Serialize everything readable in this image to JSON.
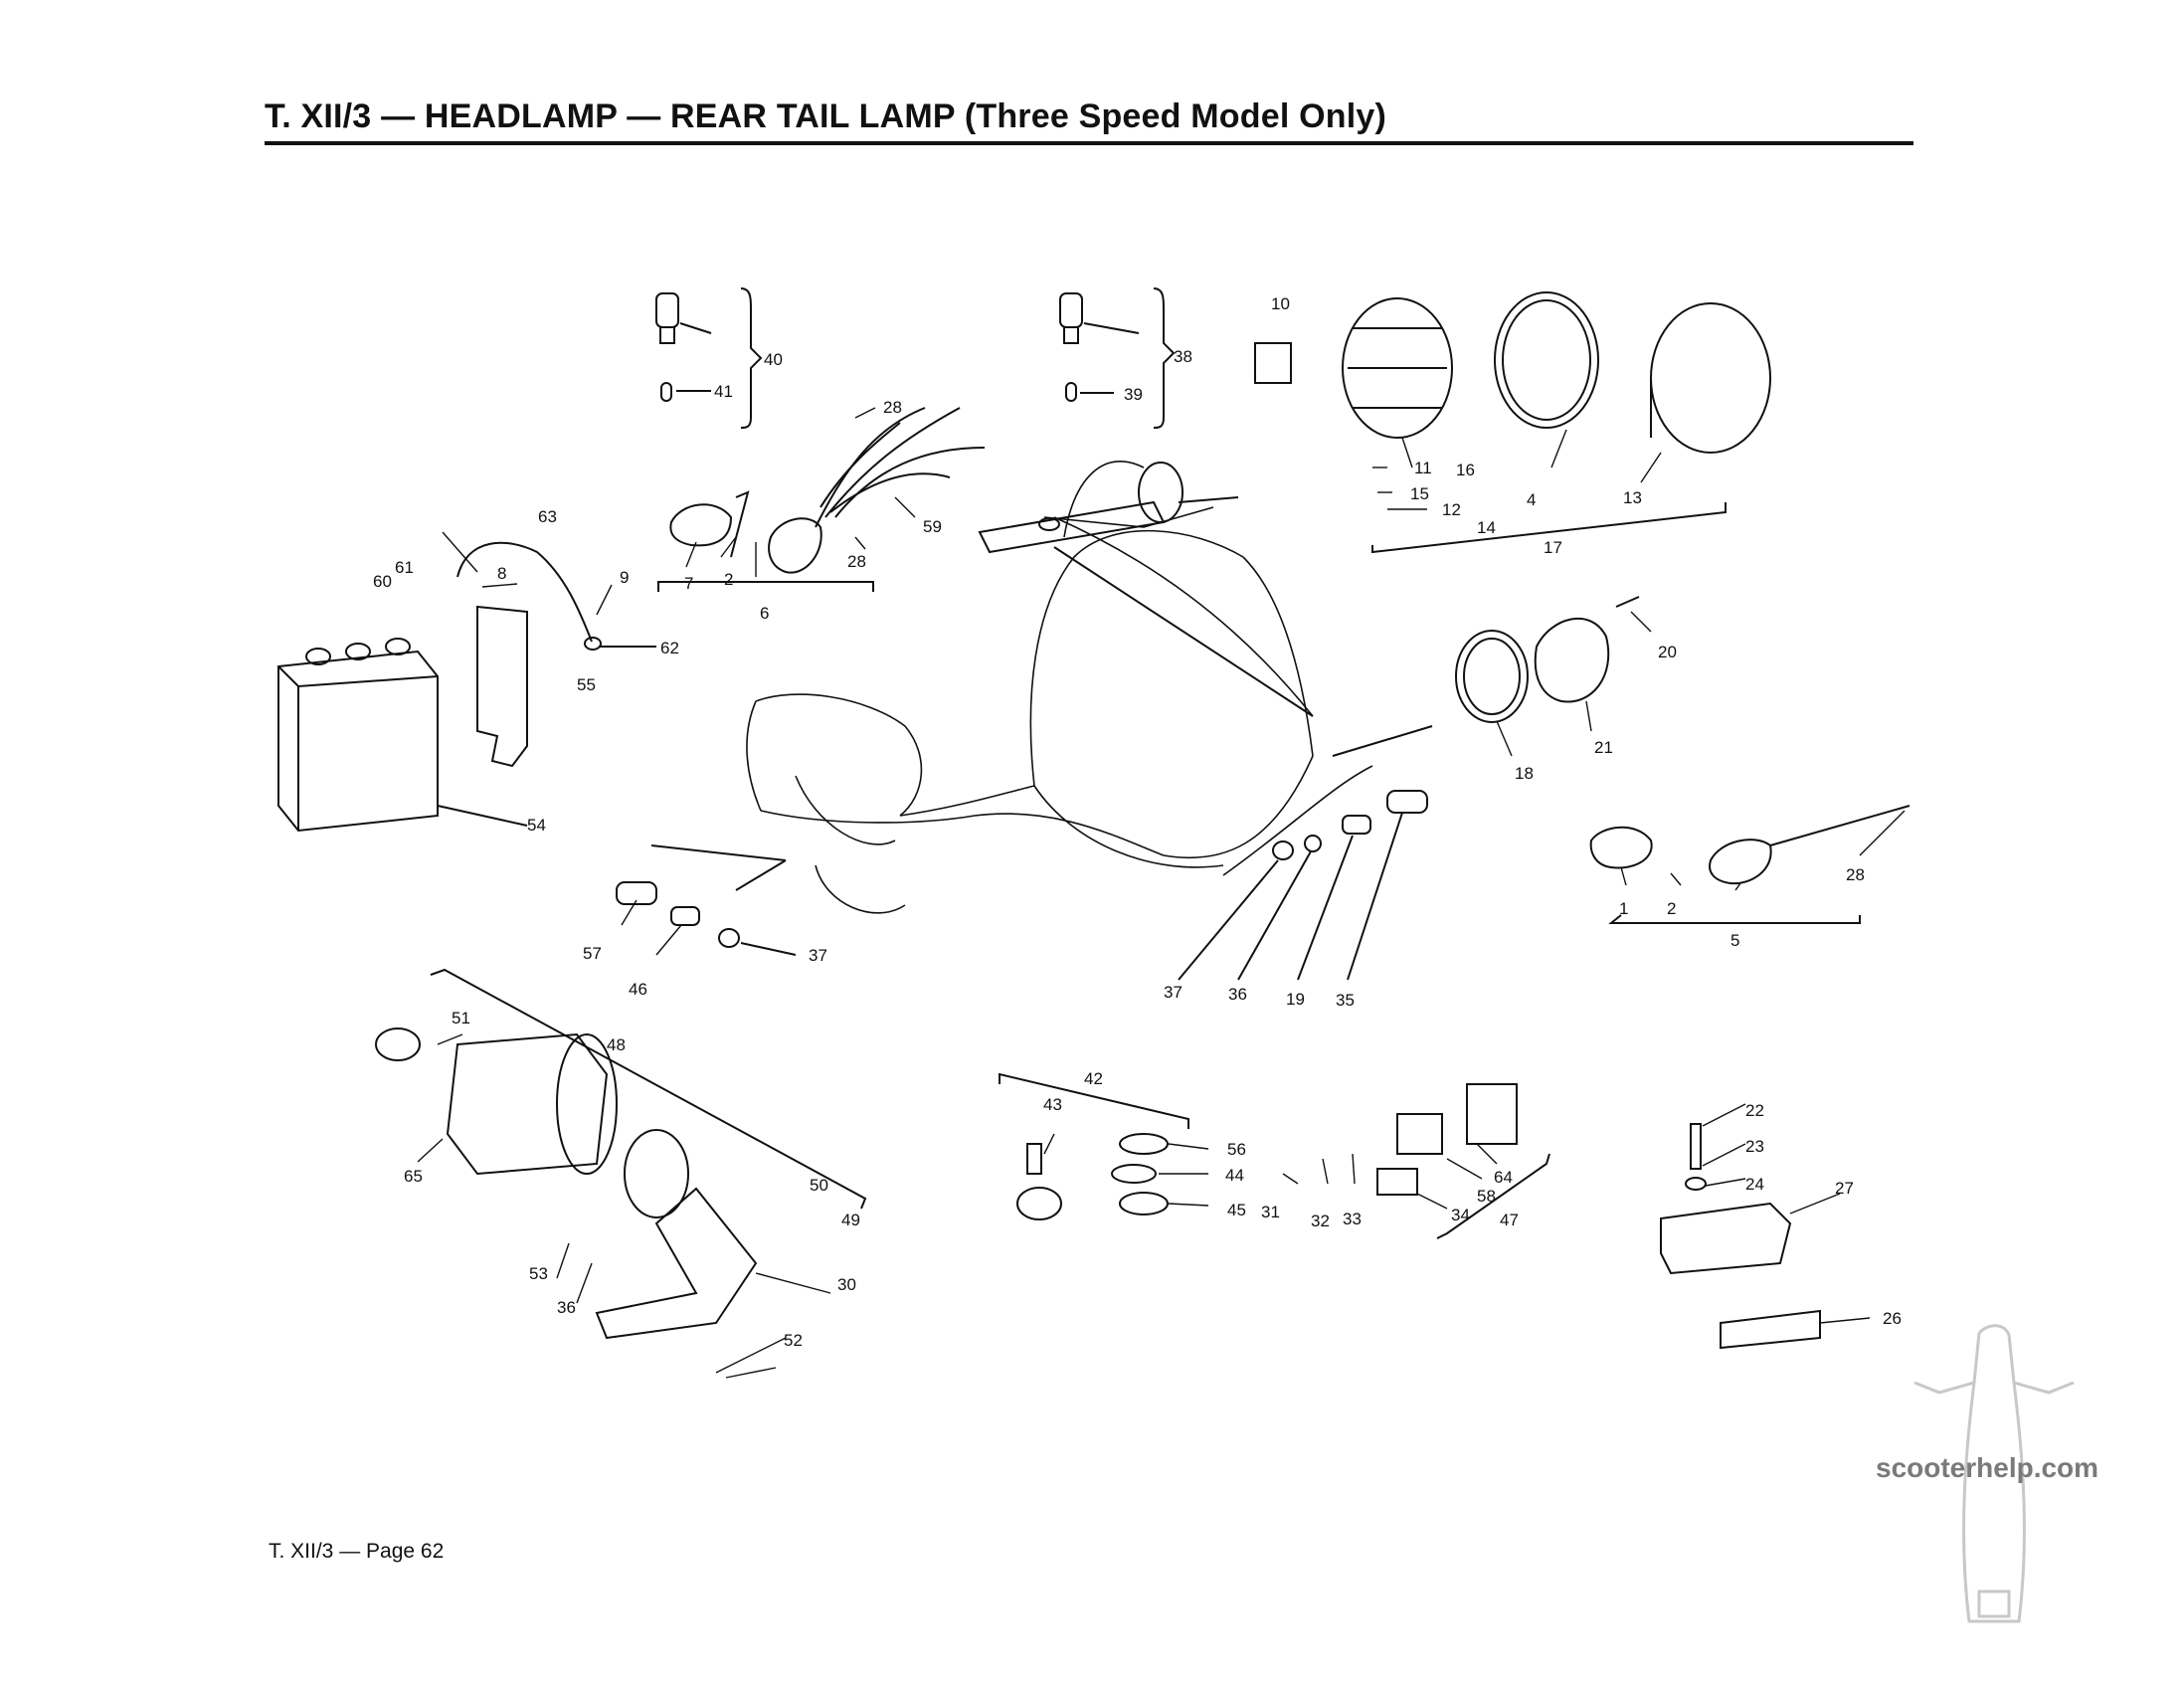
{
  "header": {
    "title": "T. XII/3 — HEADLAMP — REAR TAIL LAMP (Three Speed Model Only)"
  },
  "footer": {
    "page_label": "T. XII/3 — Page 62"
  },
  "watermark": {
    "text": "scooterhelp.com"
  },
  "callouts": {
    "c1": "1",
    "c2": "2",
    "c2b": "2",
    "c4": "4",
    "c5": "5",
    "c6": "6",
    "c7": "7",
    "c8": "8",
    "c9": "9",
    "c10": "10",
    "c11": "11",
    "c12": "12",
    "c13": "13",
    "c14": "14",
    "c15": "15",
    "c16": "16",
    "c17": "17",
    "c18": "18",
    "c19": "19",
    "c20": "20",
    "c21": "21",
    "c22": "22",
    "c23": "23",
    "c24": "24",
    "c26": "26",
    "c27": "27",
    "c28a": "28",
    "c28b": "28",
    "c28c": "28",
    "c30": "30",
    "c31": "31",
    "c32": "32",
    "c33": "33",
    "c34": "34",
    "c35": "35",
    "c36a": "36",
    "c36b": "36",
    "c37a": "37",
    "c37b": "37",
    "c38": "38",
    "c39": "39",
    "c40": "40",
    "c41": "41",
    "c42": "42",
    "c43": "43",
    "c44": "44",
    "c45": "45",
    "c46": "46",
    "c47": "47",
    "c48": "48",
    "c49": "49",
    "c50": "50",
    "c51": "51",
    "c52": "52",
    "c53": "53",
    "c54": "54",
    "c55": "55",
    "c56": "56",
    "c57": "57",
    "c58": "58",
    "c59": "59",
    "c60": "60",
    "c61": "61",
    "c62": "62",
    "c63": "63",
    "c64": "64",
    "c65": "65"
  }
}
